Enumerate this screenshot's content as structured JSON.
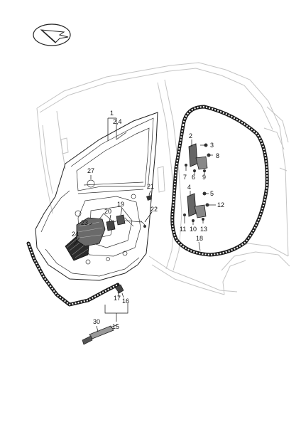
{
  "callouts": {
    "c1_24": "1",
    "c2_4": "2,4",
    "c2": "2",
    "c3": "3",
    "c4": "4",
    "c5": "5",
    "c6": "6",
    "c7": "7",
    "c8": "8",
    "c9": "9",
    "c10": "10",
    "c11": "11",
    "c12": "12",
    "c13": "13",
    "c15": "15",
    "c16": "16",
    "c17": "17",
    "c18": "18",
    "c19": "19",
    "c20": "20",
    "c21": "21",
    "c22": "22",
    "c23": "23",
    "c24": "24",
    "c27": "27",
    "c30": "30"
  },
  "colors": {
    "ink": "#111111",
    "ghost": "#c4c4c4",
    "background": "#ffffff"
  },
  "icons": {
    "view_direction": "view-direction-arrow-icon"
  }
}
